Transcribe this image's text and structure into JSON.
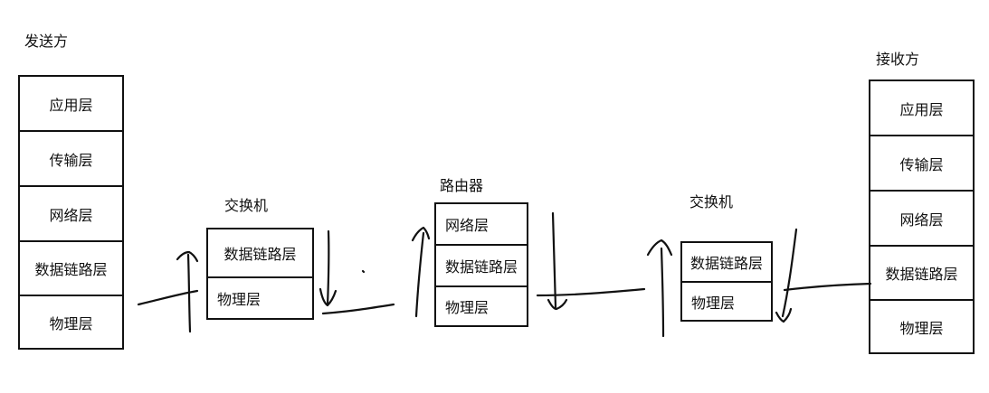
{
  "sender": {
    "title": "发送方",
    "layers": [
      "应用层",
      "传输层",
      "网络层",
      "数据链路层",
      "物理层"
    ]
  },
  "switch_left": {
    "title": "交换机",
    "layers": [
      "数据链路层",
      "物理层"
    ]
  },
  "router": {
    "title": "路由器",
    "layers": [
      "网络层",
      "数据链路层",
      "物理层"
    ]
  },
  "switch_right": {
    "title": "交换机",
    "layers": [
      "数据链路层",
      "物理层"
    ]
  },
  "receiver": {
    "title": "接收方",
    "layers": [
      "应用层",
      "传输层",
      "网络层",
      "数据链路层",
      "物理层"
    ]
  }
}
